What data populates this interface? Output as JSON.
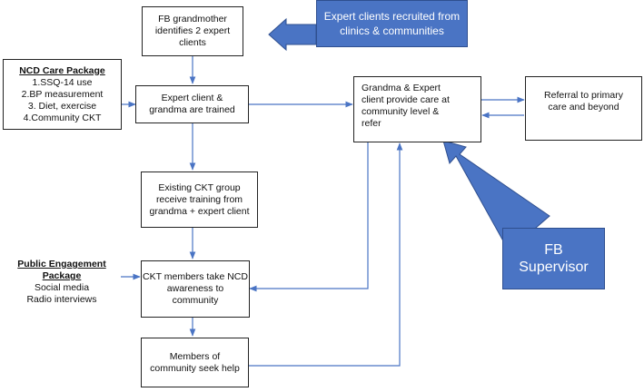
{
  "boxes": {
    "fb_grandmother": {
      "lines": [
        "FB grandmother",
        "identifies 2 expert",
        "clients"
      ]
    },
    "ncd_package": {
      "heading": "NCD Care Package",
      "items": [
        "1.SSQ-14 use",
        "2.BP measurement",
        "3. Diet, exercise",
        "4.Community CKT"
      ]
    },
    "trained": {
      "lines": [
        "Expert client &",
        "grandma are trained"
      ]
    },
    "provide_care": {
      "lines": [
        "Grandma & Expert",
        "client provide care at",
        "community level &",
        "refer"
      ]
    },
    "referral": {
      "lines": [
        "Referral to primary",
        "care and beyond"
      ]
    },
    "ckt_group": {
      "lines": [
        "Existing CKT group",
        "receive training from",
        "grandma + expert client"
      ]
    },
    "public_package": {
      "heading": [
        "Public Engagement",
        "Package"
      ],
      "items": [
        "Social media",
        "Radio interviews"
      ]
    },
    "ckt_members": {
      "lines": [
        "CKT members take NCD",
        "awareness to",
        "community"
      ]
    },
    "community_help": {
      "lines": [
        "Members of",
        "community seek help"
      ]
    }
  },
  "callouts": {
    "expert_recruited": {
      "lines": [
        "Expert clients recruited from",
        "clinics & communities"
      ]
    },
    "fb_supervisor": {
      "lines": [
        "FB",
        "Supervisor"
      ]
    }
  },
  "colors": {
    "callout_fill": "#4a74c4",
    "callout_border": "#2f4f8f",
    "connector": "#4a74c4"
  }
}
